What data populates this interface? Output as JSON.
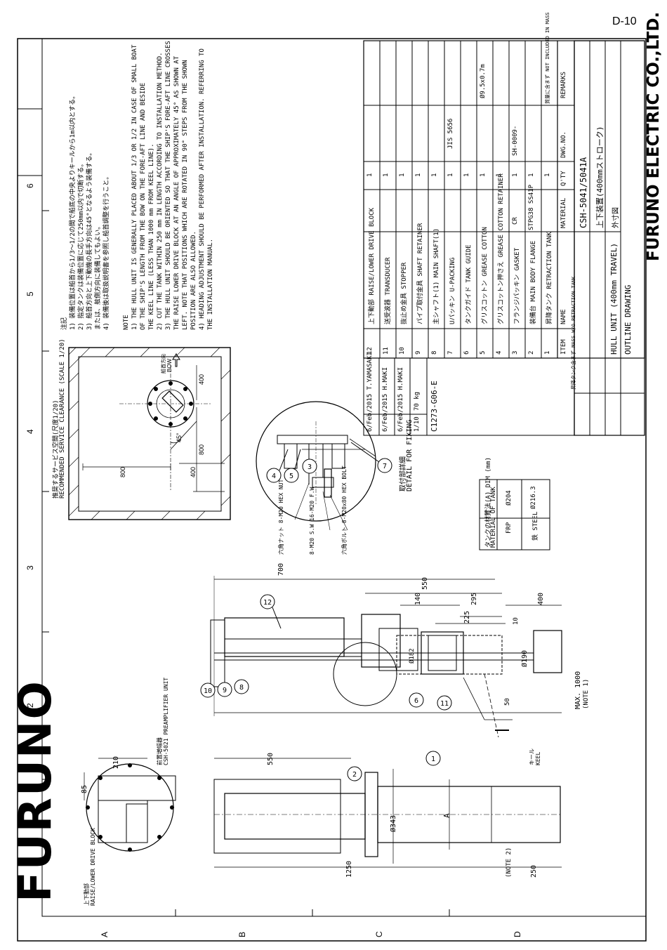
{
  "page_number": "D-10",
  "brand": "FURUNO",
  "company": "FURUNO ELECTRIC CO.,LTD.",
  "grid": {
    "columns": [
      "1",
      "2",
      "3",
      "4",
      "5",
      "6"
    ],
    "rows": [
      "A",
      "B",
      "C",
      "D"
    ]
  },
  "notes": {
    "jp_header": "注記",
    "jp": [
      "1) 装備位置は船首から1/3〜1/2の間で船底の中央よりキールから1m以内とする。",
      "2) 指定タンクは装備位置に応じて250mm以内で切断する。",
      "3) 船首方向と上下動機の長手方向は45°となるよう装備する。",
      "   または、舷側方向に装備してもよい。",
      "4) 装備後は取扱説明書を参照し船首調整を行うこと。"
    ],
    "en_header": "NOTE",
    "en": [
      "1) THE HULL UNIT IS GENERALLY PLACED ABOUT 1/3 OR 1/2 IN CASE OF SMALL BOAT",
      "   OF THE SHIP'S LENGTH FROM THE BOW ON THE FORE-AFT LINE AND BESIDE",
      "   THE KEEL LINE (LESS THAN 1000 mm FROM KEEL LINE).",
      "2) CUT THE TANK WITHIN 250 mm IN LENGTH ACCORDING TO INSTALLATION METHOD.",
      "3) THE HULL UNIT SHOULD BE ORIENTED SO THAT THE SHIP'S FORE-AFT LINE CROSSES",
      "   THE RAISE LOWER DRIVE BLOCK AT AN ANGLE OF APPROXIMATELY 45° AS SHOWN AT",
      "   LEFT. NOTE THAT POSITIONS WHICH ARE ROTATED IN 90° STEPS FROM THE SHOWN",
      "   POSITION ARE ALSO ALLOWED.",
      "4) HEADING ADJUSTMENT SHOULD BE PERFORMED AFTER INSTALLATION. REFERRING TO",
      "   THE INSTALLATION MANUAL."
    ]
  },
  "clearance": {
    "title_jp": "推奨するサービス空間(尺度1/20)",
    "title_en": "RECOMMENDED SERVICE CLEARANCE (SCALE 1/20)",
    "dims": [
      "800",
      "400",
      "800",
      "400"
    ],
    "angle": "45°",
    "bow_jp": "船首方向",
    "bow_en": "BOW"
  },
  "parts_table": {
    "headers": {
      "item": "ITEM",
      "name": "NAME",
      "material": "MATERIAL",
      "qty": "Q'TY",
      "dwg": "DWG.NO.",
      "remarks": "REMARKS"
    },
    "rows": [
      {
        "no": "12",
        "name": "上下動部 RAISE/LOWER DRIVE BLOCK",
        "material": "",
        "qty": "1",
        "dwg": "",
        "remarks": ""
      },
      {
        "no": "11",
        "name": "送受波器 TRANSDUCER",
        "material": "",
        "qty": "1",
        "dwg": "",
        "remarks": ""
      },
      {
        "no": "10",
        "name": "抜止め金具 STOPPER",
        "material": "",
        "qty": "1",
        "dwg": "",
        "remarks": ""
      },
      {
        "no": "9",
        "name": "パイプ取付金具 SHAFT RETAINER",
        "material": "",
        "qty": "1",
        "dwg": "",
        "remarks": ""
      },
      {
        "no": "8",
        "name": "主シャフト(1) MAIN SHAFT(1)",
        "material": "",
        "qty": "1",
        "dwg": "",
        "remarks": ""
      },
      {
        "no": "7",
        "name": "Uパッキン U-PACKING",
        "material": "",
        "qty": "1",
        "dwg": "JIS 5656",
        "remarks": ""
      },
      {
        "no": "6",
        "name": "タンクガイド TANK GUIDE",
        "material": "",
        "qty": "1",
        "dwg": "",
        "remarks": ""
      },
      {
        "no": "5",
        "name": "グリスコットン GREASE COTTON",
        "material": "",
        "qty": "1",
        "dwg": "",
        "remarks": "Ø9.5x0.7m"
      },
      {
        "no": "4",
        "name": "グリスコットン押さえ GREASE COTTON RETAINER",
        "material": "",
        "qty": "1",
        "dwg": "",
        "remarks": ""
      },
      {
        "no": "3",
        "name": "フランジパッキン GASKET",
        "material": "CR",
        "qty": "1",
        "dwg": "SH-0009-",
        "remarks": ""
      },
      {
        "no": "2",
        "name": "装備台 MAIN BODY FLANGE",
        "material": "STPG38 SS41P",
        "qty": "1",
        "dwg": "",
        "remarks": ""
      },
      {
        "no": "1",
        "name": "昇降タンク RETRACTION TANK",
        "material": "",
        "qty": "1",
        "dwg": "",
        "remarks": "質量に含まず NOT INCLUDED IN MASS"
      }
    ]
  },
  "title_block": {
    "title": "CSH-5041/5041A",
    "name_jp": "上下装置(400mmストローク)",
    "outline_jp": "外寸図",
    "name_en": "HULL UNIT (400mm TRAVEL)",
    "outline_en": "OUTLINE DRAWING",
    "drawn": "6/Feb/2015 T.YAMASAKI",
    "checked": "6/Feb/2015 H.MAKI",
    "approved": "6/Feb/2015 H.MAKI",
    "scale": "1/10",
    "mass": "70 kg",
    "dwg_no": "C1273-G06-E",
    "mass_note": "昇降タンク含まず MASS W/O RETRACTION TANK"
  },
  "tank_material": {
    "header_jp": "タンクの材質",
    "header_en": "MATERIAL OF TANK",
    "a_header": "寸法(A) DIM (mm)",
    "rows": [
      {
        "material": "FRP",
        "dim": "Ø204"
      },
      {
        "material": "鉄 STEEL",
        "dim": "Ø216.3"
      }
    ]
  },
  "detail": {
    "title_jp": "取付部詳細",
    "title_en": "DETAIL FOR FIXING",
    "hex_nut": "六角ナット 8-M20 HEX NUT",
    "bolts": "8-M20 S.W 16-M20 F.W",
    "hex_bolt": "六角ボルト 8-M20x80 HEX BOLT"
  },
  "main_view": {
    "dims": {
      "d700": "700",
      "d550": "550",
      "d140": "140",
      "d295": "295",
      "d225": "225",
      "d400": "400",
      "d10": "10",
      "d182": "Ø182",
      "d190": "Ø190",
      "d50": "50",
      "max1000": "MAX. 1000",
      "note1": "(NOTE 1)"
    },
    "keel_jp": "キール",
    "keel_en": "KEEL"
  },
  "side_view": {
    "dims": {
      "d550": "550",
      "d343": "Ø343",
      "d1250": "1250",
      "d250": "250",
      "note2": "(NOTE 2)",
      "a": "A"
    }
  },
  "top_view": {
    "dims": {
      "d210": "210",
      "d85": "85"
    },
    "preamp_jp": "前置増幅器",
    "preamp": "CSH-5021 PREAMPLIFIER UNIT",
    "drive_jp": "上下動部",
    "drive": "RAISE/LOWER DRIVE BLOCK"
  }
}
